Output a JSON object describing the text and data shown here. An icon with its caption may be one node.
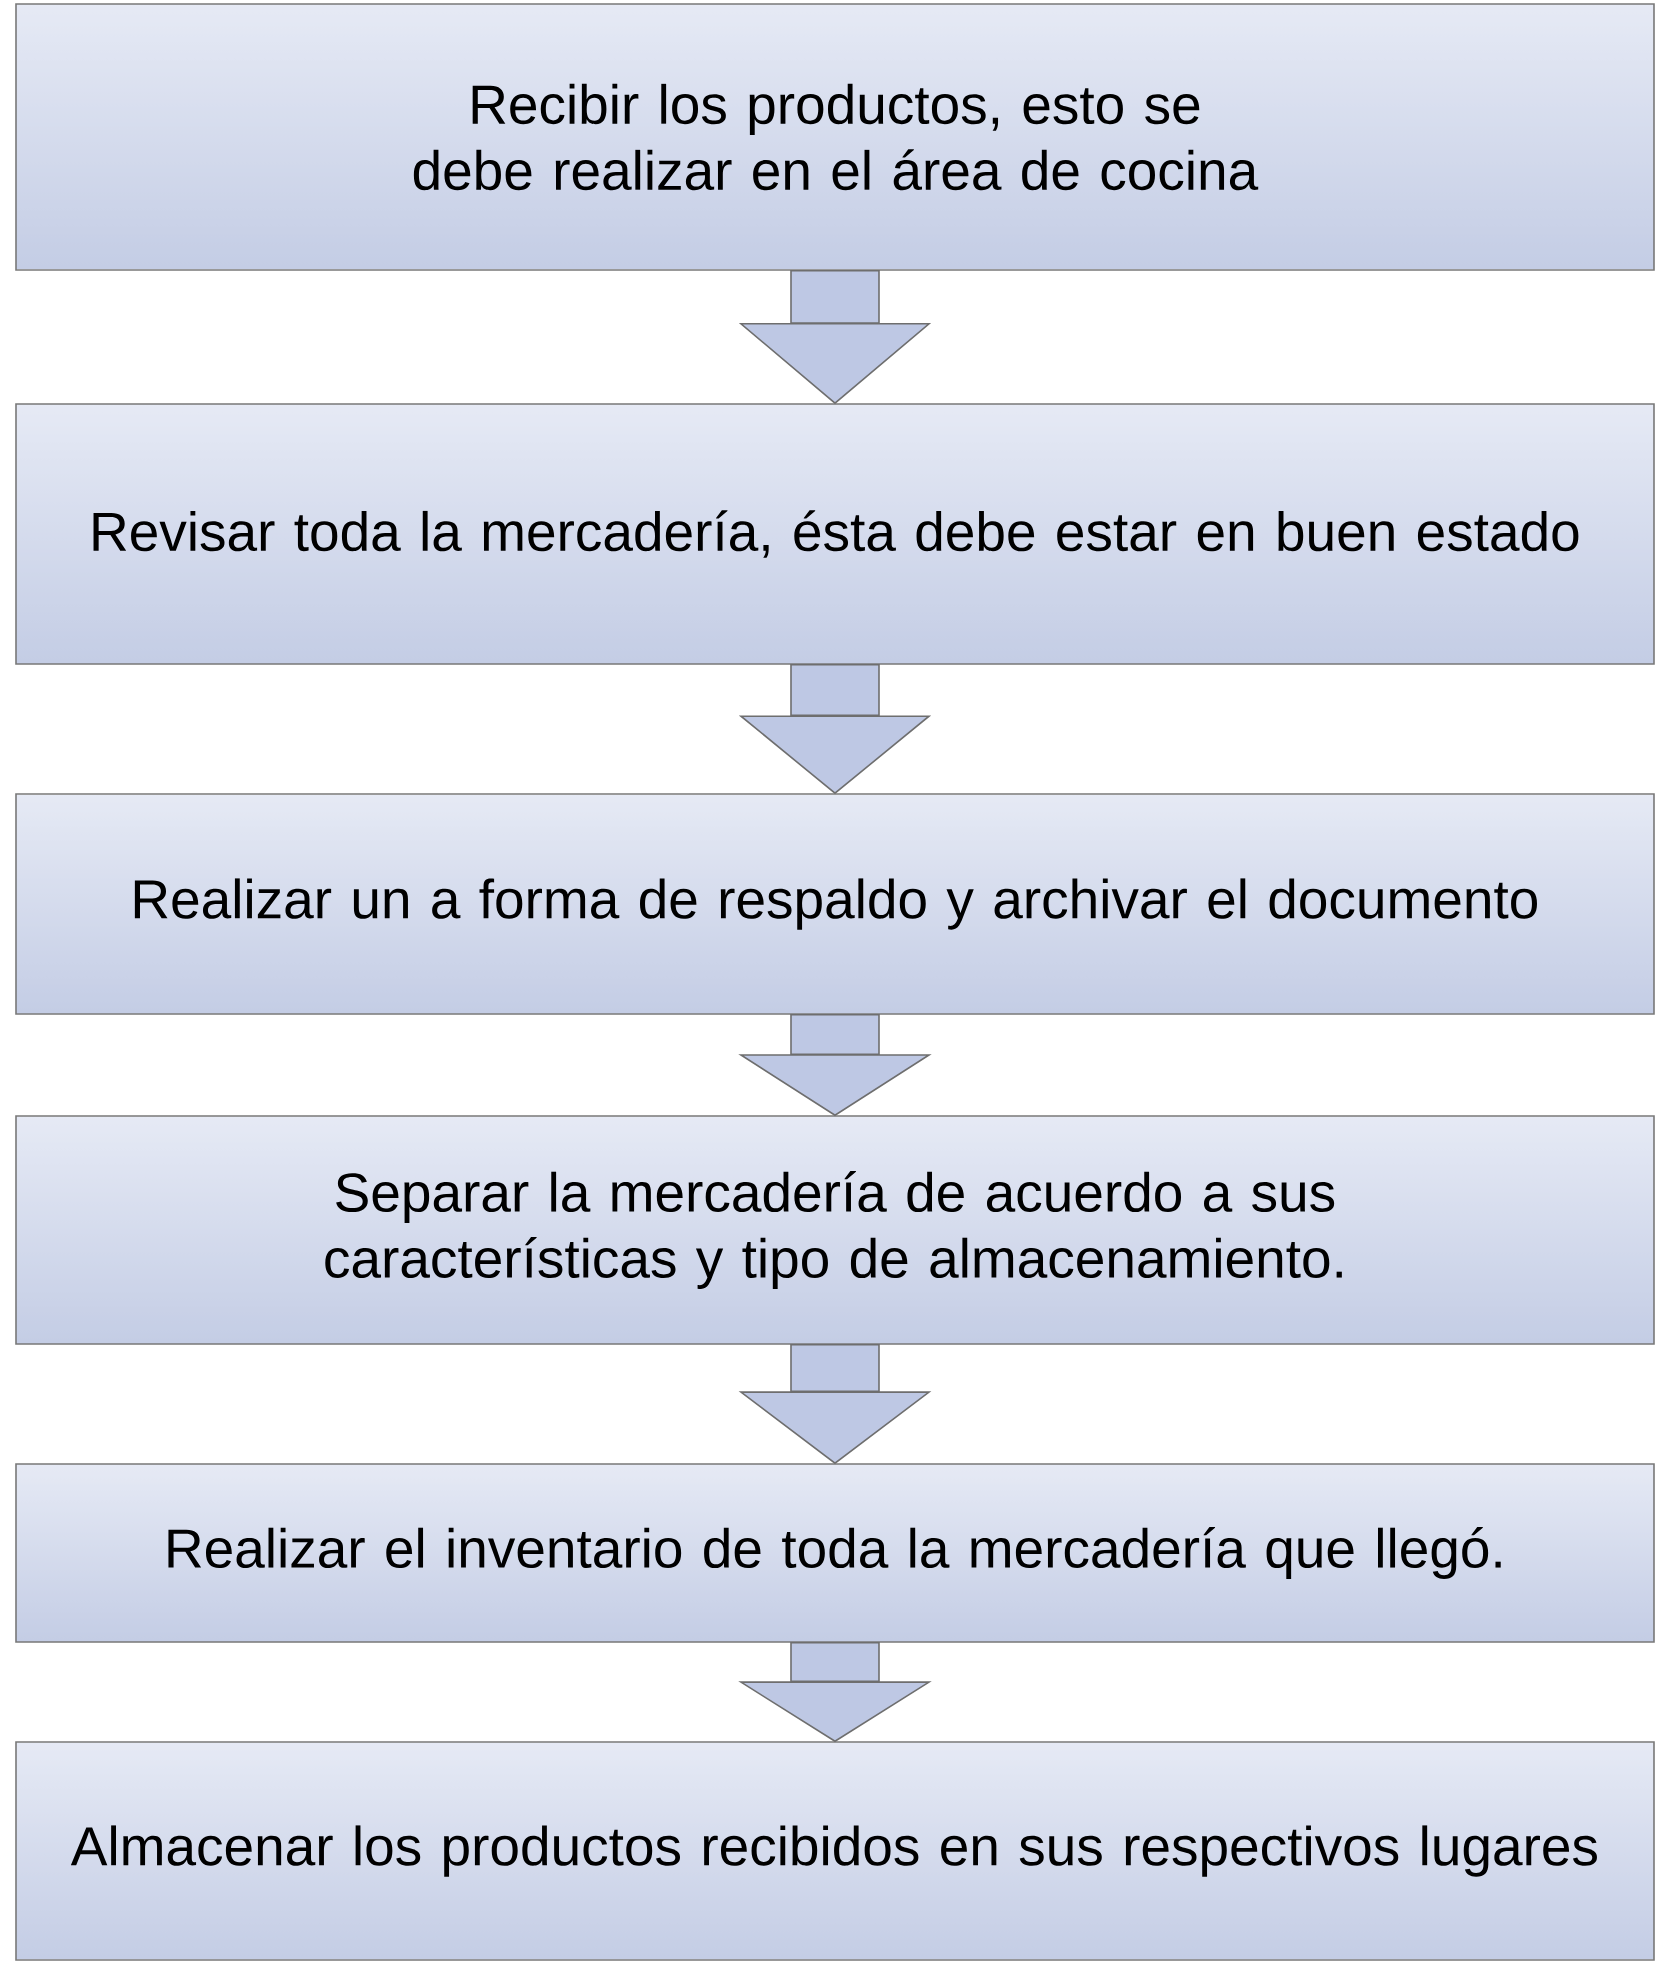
{
  "diagram": {
    "nodes": [
      {
        "text": [
          "Recibir los productos, esto se debe realizar en el área de cocina"
        ]
      },
      {
        "text": [
          "Revisar toda la mercadería, ésta debe estar en buen estado"
        ]
      },
      {
        "text": [
          "Realizar un a forma de respaldo y archivar el documento"
        ]
      },
      {
        "text": [
          "Separar la mercadería de acuerdo a sus características y tipo de almacenamiento."
        ]
      },
      {
        "text": [
          "Realizar el inventario de toda la mercadería que llegó."
        ]
      },
      {
        "text": [
          "Almacenar los productos recibidos en sus respectivos lugares"
        ]
      }
    ],
    "edges": [
      {
        "from": 0,
        "to": 1,
        "arrow": "to"
      },
      {
        "from": 1,
        "to": 2,
        "arrow": "to"
      },
      {
        "from": 2,
        "to": 3,
        "arrow": "to"
      },
      {
        "from": 3,
        "to": 4,
        "arrow": "to"
      },
      {
        "from": 4,
        "to": 5,
        "arrow": "to"
      }
    ]
  }
}
